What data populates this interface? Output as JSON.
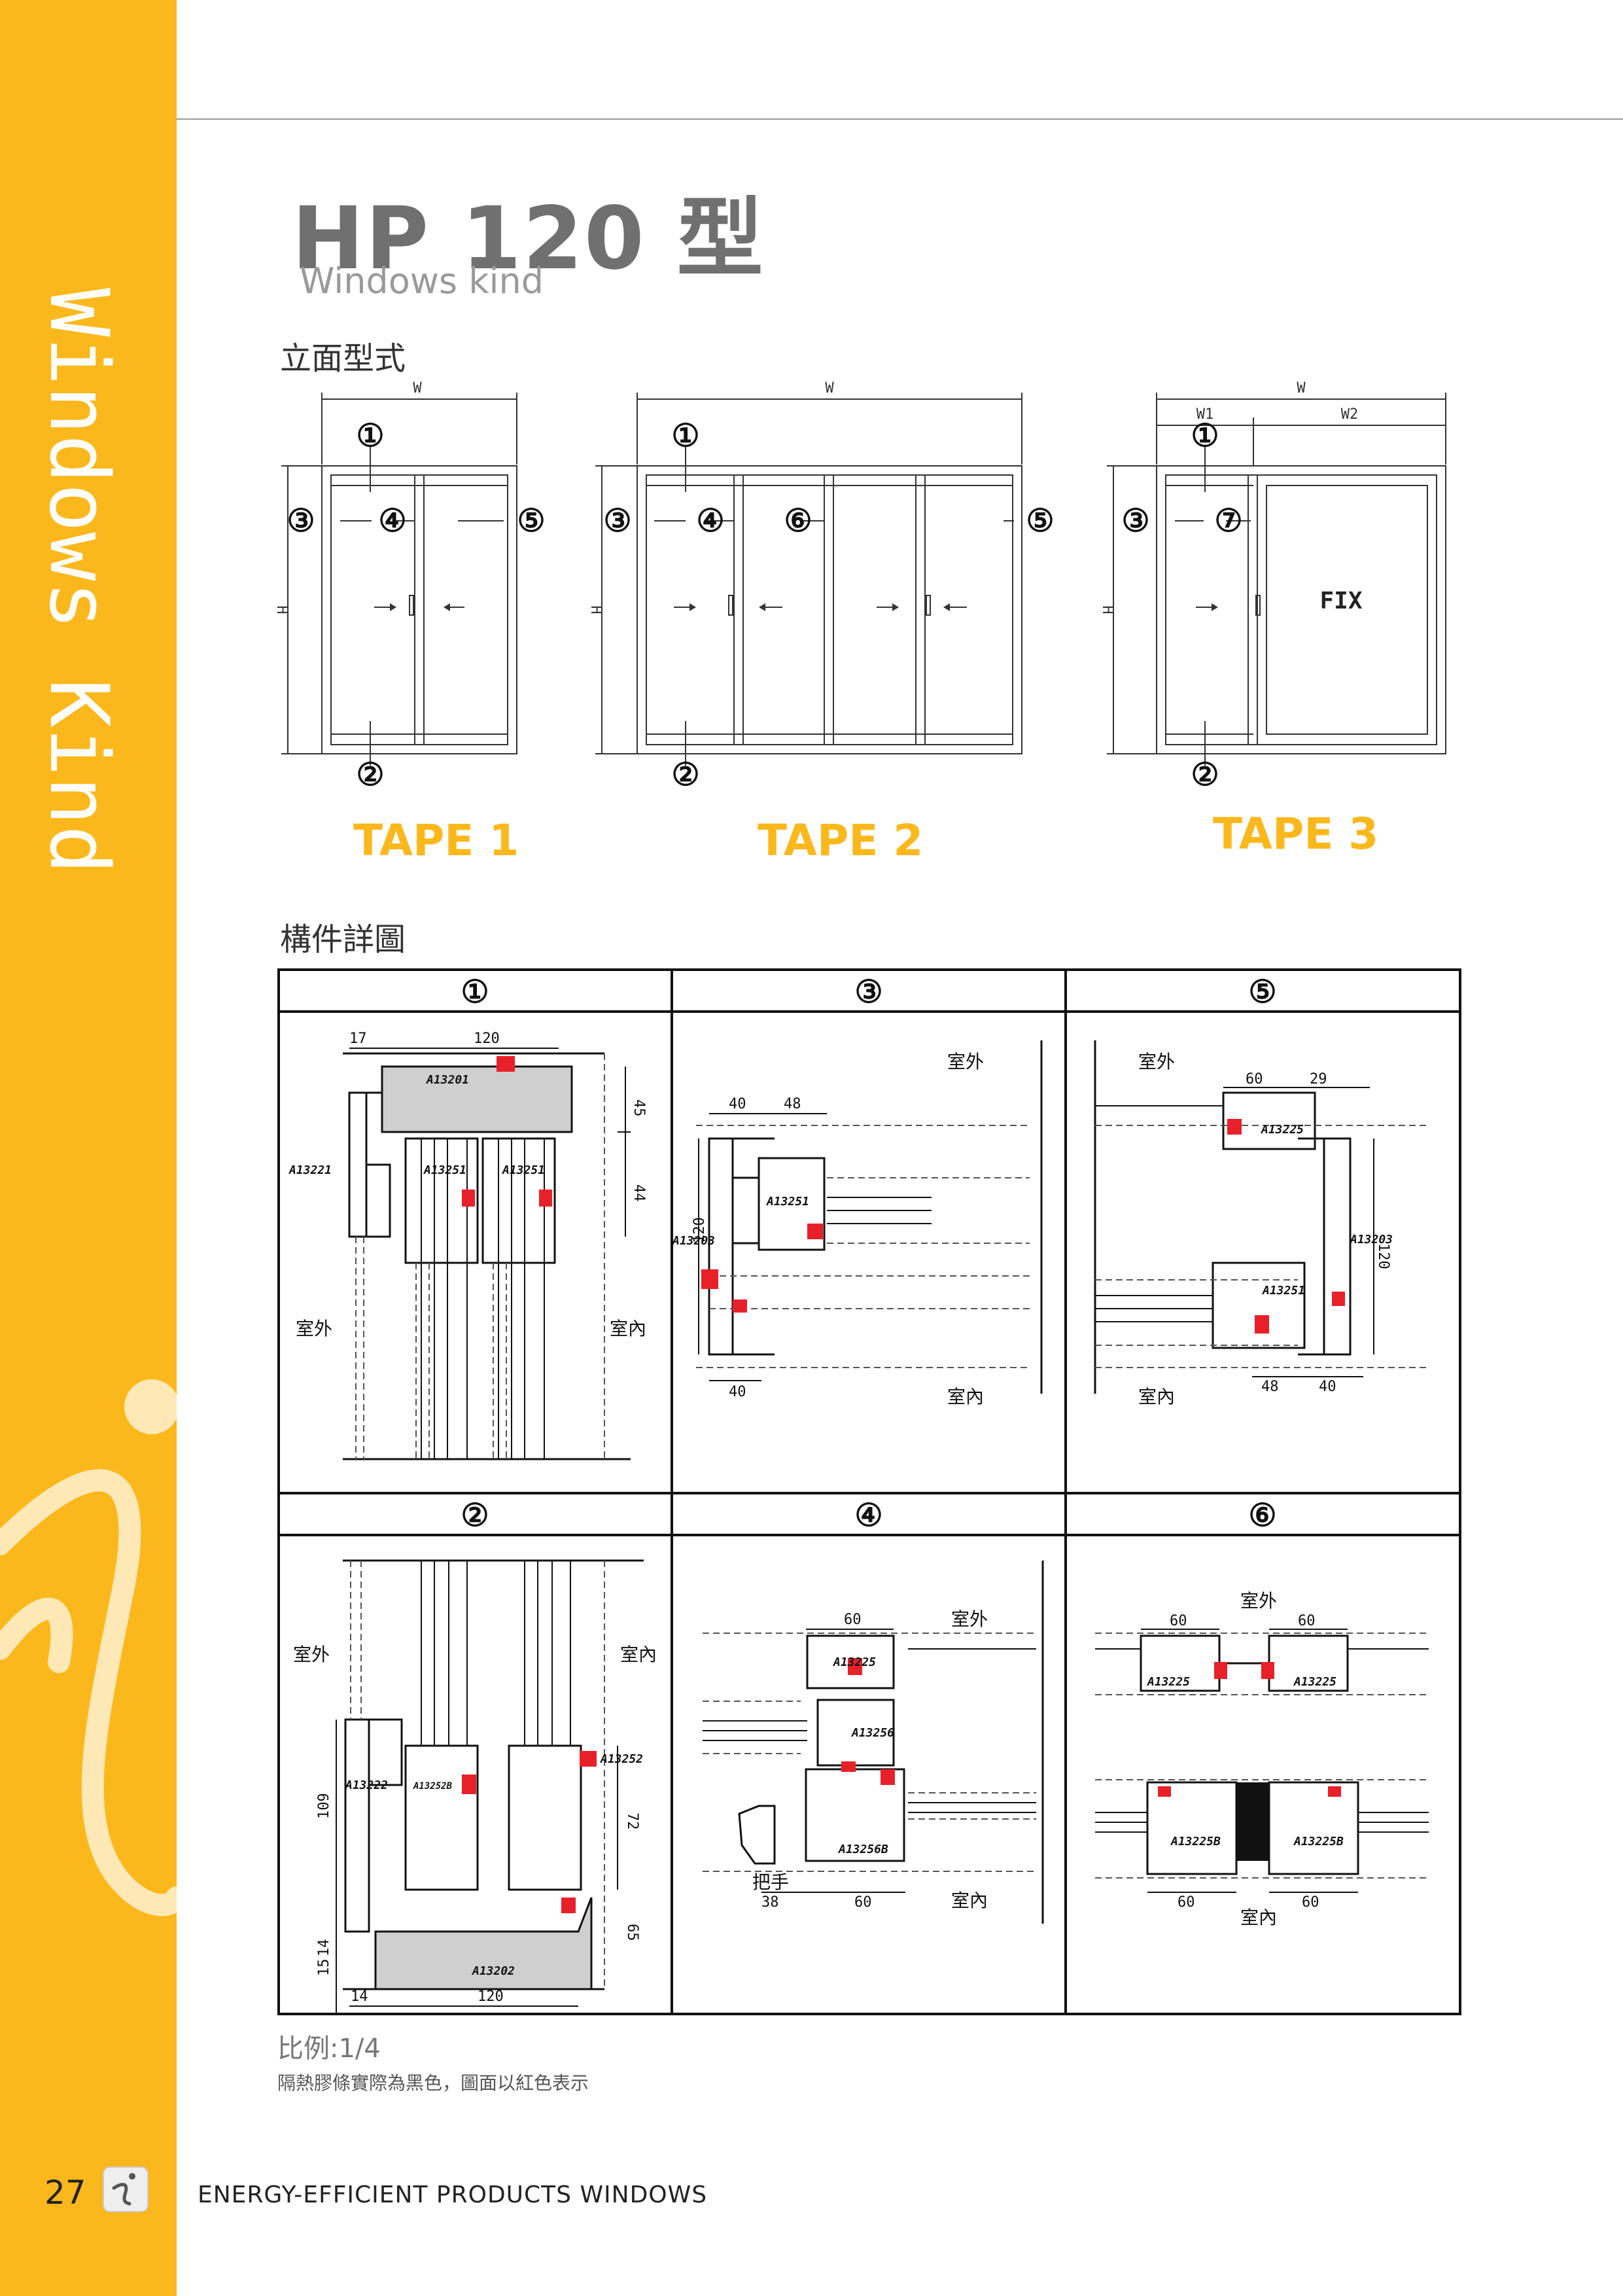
{
  "sidebar": {
    "vertical_text": "Windows Kind",
    "color": "#fbb81c"
  },
  "header": {
    "title": "HP 120 型",
    "subtitle": "Windows kind"
  },
  "sections": {
    "elevation": "立面型式",
    "details": "構件詳圖"
  },
  "elevations": {
    "dim_w": "W",
    "dim_w1": "W1",
    "dim_w2": "W2",
    "dim_h": "H",
    "fix_label": "FIX",
    "tapes": [
      "TAPE 1",
      "TAPE 2",
      "TAPE 3"
    ],
    "markers": [
      "①",
      "②",
      "③",
      "④",
      "⑤",
      "⑥",
      "⑦"
    ]
  },
  "details": {
    "outside": "室外",
    "inside": "室內",
    "handle": "把手",
    "cells": [
      {
        "marker": "①",
        "dims": [
          "17",
          "120",
          "45",
          "44"
        ],
        "parts": [
          "A13201",
          "A13221",
          "A13251",
          "A13251"
        ]
      },
      {
        "marker": "③",
        "dims": [
          "40",
          "48",
          "120",
          "40"
        ],
        "parts": [
          "A13251",
          "A13203"
        ]
      },
      {
        "marker": "⑤",
        "dims": [
          "60",
          "29",
          "120",
          "48",
          "40"
        ],
        "parts": [
          "A13225",
          "A13203",
          "A13251"
        ]
      },
      {
        "marker": "②",
        "dims": [
          "109",
          "72",
          "65",
          "15",
          "14",
          "14",
          "120"
        ],
        "parts": [
          "A13222",
          "A13252B",
          "A13252",
          "A13202"
        ]
      },
      {
        "marker": "④",
        "dims": [
          "60",
          "38",
          "60"
        ],
        "parts": [
          "A13225",
          "A13256",
          "A13256B"
        ]
      },
      {
        "marker": "⑥",
        "dims": [
          "60",
          "60",
          "60",
          "60"
        ],
        "parts": [
          "A13225",
          "A13225",
          "A13225B",
          "A13225B"
        ]
      }
    ]
  },
  "notes": {
    "scale": "比例:1/4",
    "caption": "隔熱膠條實際為黑色，圖面以紅色表示"
  },
  "footer": {
    "page_number": "27",
    "text": "ENERGY-EFFICIENT PRODUCTS  WINDOWS"
  }
}
